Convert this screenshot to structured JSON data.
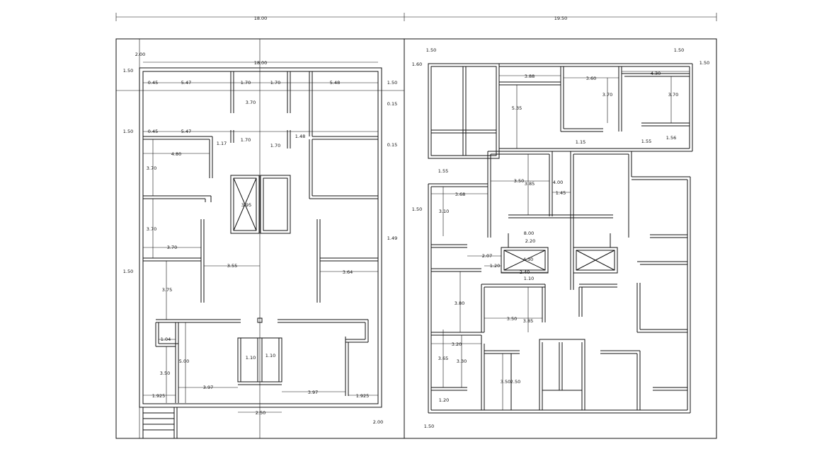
{
  "drawing": {
    "overall": {
      "left_width": "18.00",
      "right_width": "19.50"
    },
    "left_plan": {
      "title_width": "18.00",
      "dims": [
        "0.45",
        "5.47",
        "1.70",
        "1.70",
        "5.48",
        "1.50",
        "0.45",
        "5.47",
        "1.70",
        "1.70",
        "1.48",
        "1.17",
        "4.80",
        "3.70",
        "3.70",
        "3.95",
        "0.15",
        "0.15",
        "3.70",
        "3.70",
        "3.55",
        "3.64",
        "1.49",
        "3.75",
        "1.04",
        "3.50",
        "5.00",
        "1.10",
        "1.10",
        "3.97",
        "3.97",
        "1.925",
        "1.925",
        "2.50",
        "2.00",
        "2.00",
        "1.50",
        "1.50",
        "1.50"
      ]
    },
    "right_plan": {
      "dims": [
        "1.50",
        "1.50",
        "1.60",
        "1.50",
        "3.88",
        "3.60",
        "4.30",
        "5.35",
        "3.70",
        "3.70",
        "1.15",
        "1.56",
        "1.55",
        "1.55",
        "3.68",
        "3.50",
        "3.85",
        "4.00",
        "1.45",
        "3.10",
        "1.50",
        "8.00",
        "2.20",
        "2.07",
        "4.30",
        "1.20",
        "2.40",
        "1.10",
        "3.80",
        "3.50",
        "3.85",
        "3.20",
        "3.65",
        "3.30",
        "3.50",
        "2.50",
        "1.20",
        "1.50"
      ]
    }
  }
}
